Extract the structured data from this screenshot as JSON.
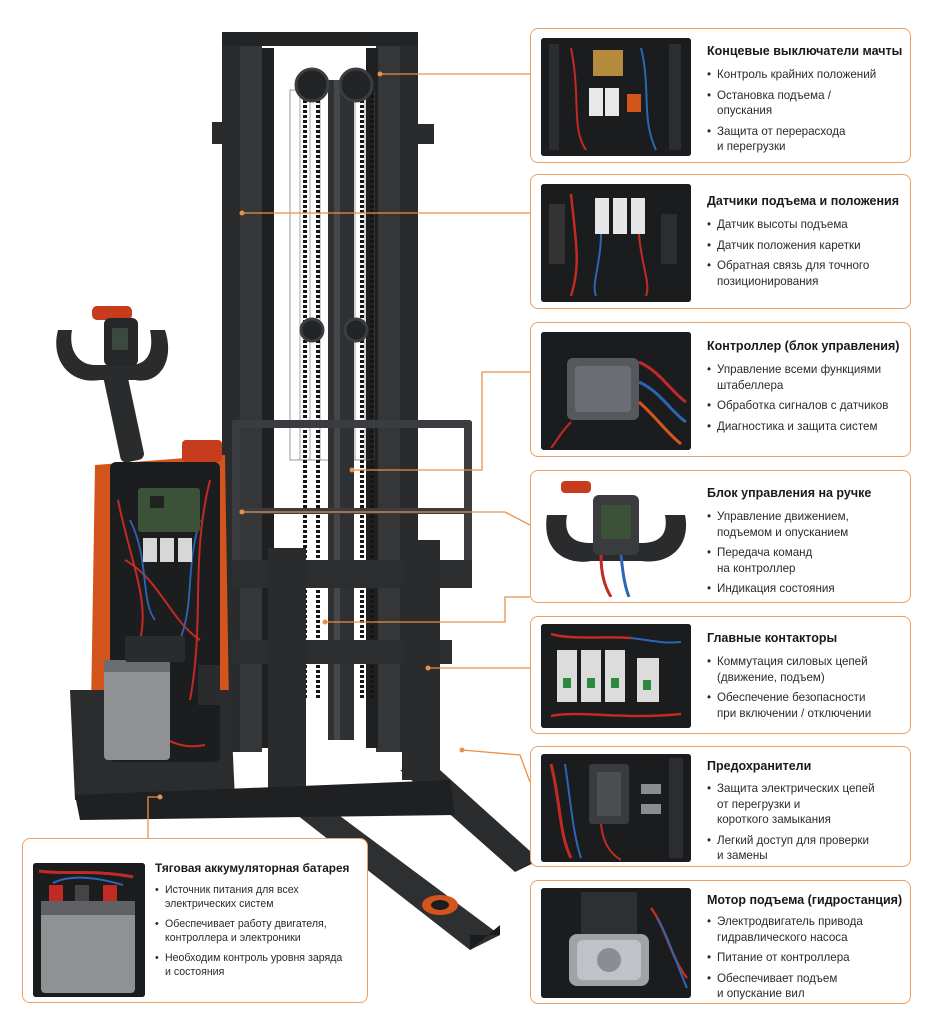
{
  "callouts": [
    {
      "id": "mast-switches",
      "thumb": "mast-switch-icon",
      "title": "Концевые выключатели мачты",
      "items": [
        "Контроль крайних положений",
        "Остановка подъема /\nопускания",
        "Защита от перерасхода\nи перегрузки"
      ]
    },
    {
      "id": "lift-sensors",
      "thumb": "sensor-icon",
      "title": "Датчики подъема и положения",
      "items": [
        "Датчик высоты подъема",
        "Датчик положения каретки",
        "Обратная связь для точного\nпозиционирования"
      ]
    },
    {
      "id": "controller",
      "thumb": "controller-icon",
      "title": "Контроллер (блок управления)",
      "items": [
        "Управление всеми функциями\nштабеллера",
        "Обработка сигналов с датчиков",
        "Диагностика и защита систем"
      ]
    },
    {
      "id": "handle-unit",
      "thumb": "handle-icon",
      "title": "Блок управления на ручке",
      "items": [
        "Управление движением,\nподъемом и опусканием",
        "Передача команд\nна контроллер",
        "Индикация состояния"
      ]
    },
    {
      "id": "contactors",
      "thumb": "contactor-icon",
      "title": "Главные контакторы",
      "items": [
        "Коммутация силовых цепей\n(движение, подъем)",
        "Обеспечение безопасности\nпри включении / отключении"
      ]
    },
    {
      "id": "fuses",
      "thumb": "fuse-icon",
      "title": "Предохранители",
      "items": [
        "Защита электрических цепей\nот перегрузки и\nкороткого замыкания",
        "Легкий доступ для проверки\nи замены"
      ]
    },
    {
      "id": "motor",
      "thumb": "motor-icon",
      "title": "Мотор подъема (гидростанция)",
      "items": [
        "Электродвигатель привода\nгидравлического насоса",
        "Питание от контроллера",
        "Обеспечивает подъем\nи опускание вил"
      ]
    },
    {
      "id": "battery",
      "thumb": "battery-icon",
      "title": "Тяговая аккумуляторная батарея",
      "items": [
        "Источник питания для всех\nэлектрических систем",
        "Обеспечивает работу двигателя,\nконтроллера и электроники",
        "Необходим контроль уровня заряда\nи состояния"
      ]
    }
  ],
  "colors": {
    "accent": "#f0a060",
    "leader": "#e8914a",
    "brand_orange": "#d4551c",
    "frame": "#2a2b2d"
  }
}
